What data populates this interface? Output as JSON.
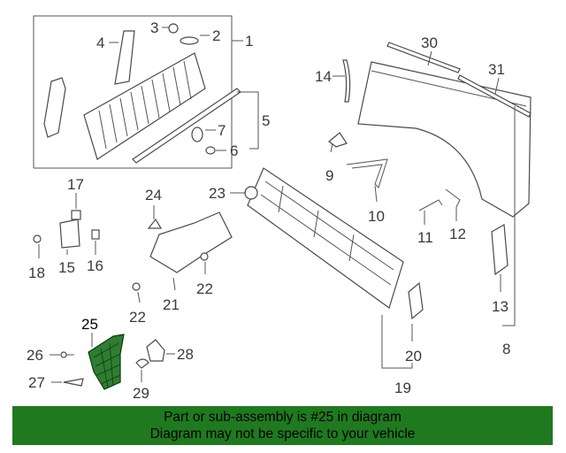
{
  "callouts": {
    "c1": "1",
    "c2": "2",
    "c3": "3",
    "c4": "4",
    "c5": "5",
    "c6": "6",
    "c7": "7",
    "c8": "8",
    "c9": "9",
    "c10": "10",
    "c11": "11",
    "c12": "12",
    "c13": "13",
    "c14": "14",
    "c15": "15",
    "c16": "16",
    "c17": "17",
    "c18": "18",
    "c19": "19",
    "c20": "20",
    "c21": "21",
    "c22a": "22",
    "c22b": "22",
    "c23": "23",
    "c24": "24",
    "c25": "25",
    "c26": "26",
    "c27": "27",
    "c28": "28",
    "c29": "29",
    "c30": "30",
    "c31": "31"
  },
  "highlight": {
    "part_number": "25",
    "color": "#2e7d32"
  },
  "banner": {
    "line1": "Part or sub-assembly is #25 in diagram",
    "line2": "Diagram may not be specific to your vehicle",
    "color": "#1f7a1f"
  }
}
